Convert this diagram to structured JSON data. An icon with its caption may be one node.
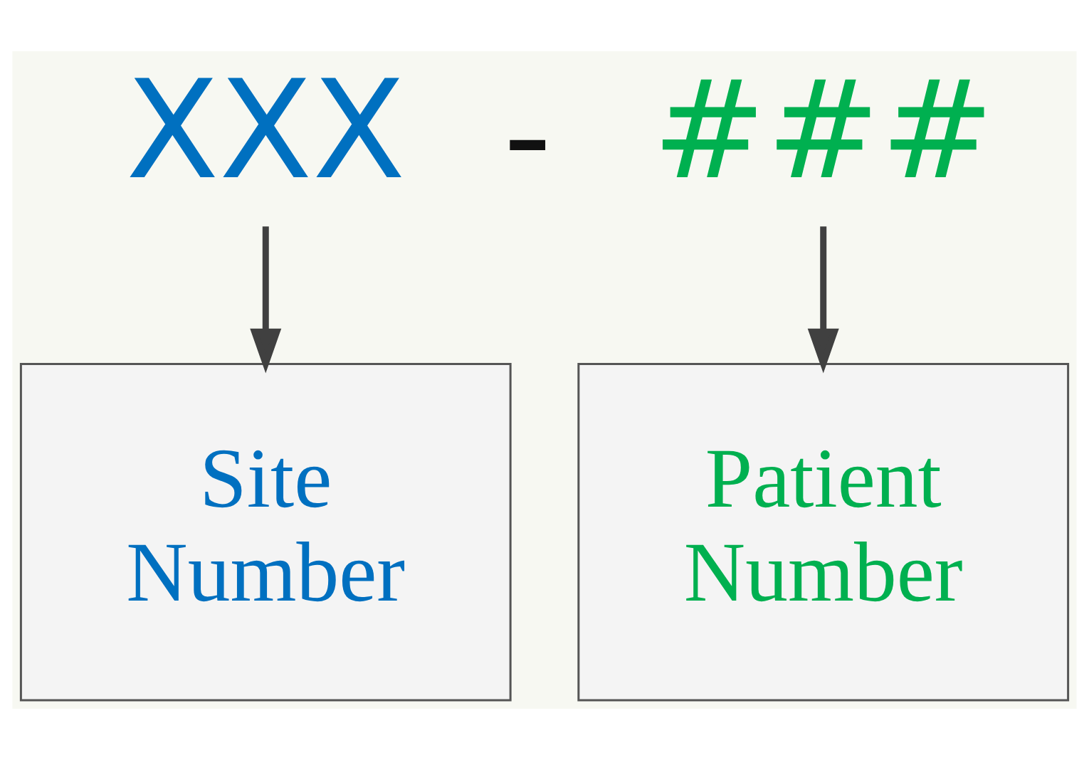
{
  "diagram": {
    "nodes": [
      {
        "text": [
          "XXX"
        ]
      },
      {
        "text": [
          "###"
        ]
      },
      {
        "text": [
          "Site Number"
        ]
      },
      {
        "text": [
          "Patient Number"
        ]
      }
    ],
    "edges": [
      {
        "from": 0,
        "to": 2,
        "arrow": "to"
      },
      {
        "from": 1,
        "to": 3,
        "arrow": "to"
      }
    ],
    "labels": [
      "-"
    ]
  }
}
